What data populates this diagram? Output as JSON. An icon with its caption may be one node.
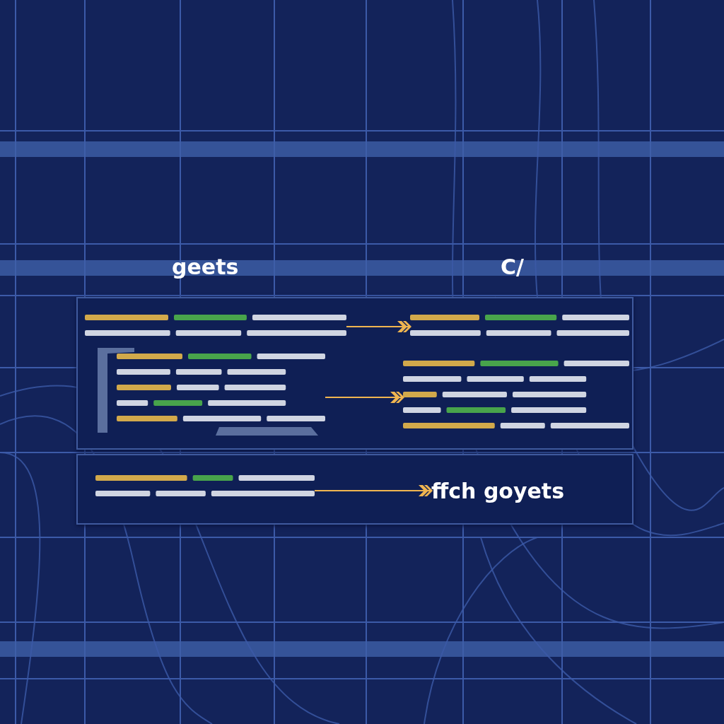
{
  "diagram": {
    "nodes": [
      {
        "text": [],
        "shape": "box"
      },
      {
        "text": [],
        "shape": "picture",
        "in": 0
      },
      {
        "text": [],
        "shape": "picture",
        "in": 0
      },
      {
        "text": [],
        "shape": "picture",
        "in": 0
      },
      {
        "text": [],
        "shape": "picture",
        "in": 0
      },
      {
        "text": [],
        "shape": "box"
      },
      {
        "text": [],
        "shape": "picture",
        "in": 5
      },
      {
        "text": [
          "ffch goyets"
        ],
        "in": 5
      }
    ],
    "edges": [
      {
        "from": 1,
        "to": 3,
        "arrow": "to"
      },
      {
        "from": 2,
        "to": 4,
        "arrow": "to"
      },
      {
        "from": 6,
        "to": 7,
        "arrow": "to"
      }
    ],
    "labels": [
      "geets",
      "C/"
    ]
  }
}
